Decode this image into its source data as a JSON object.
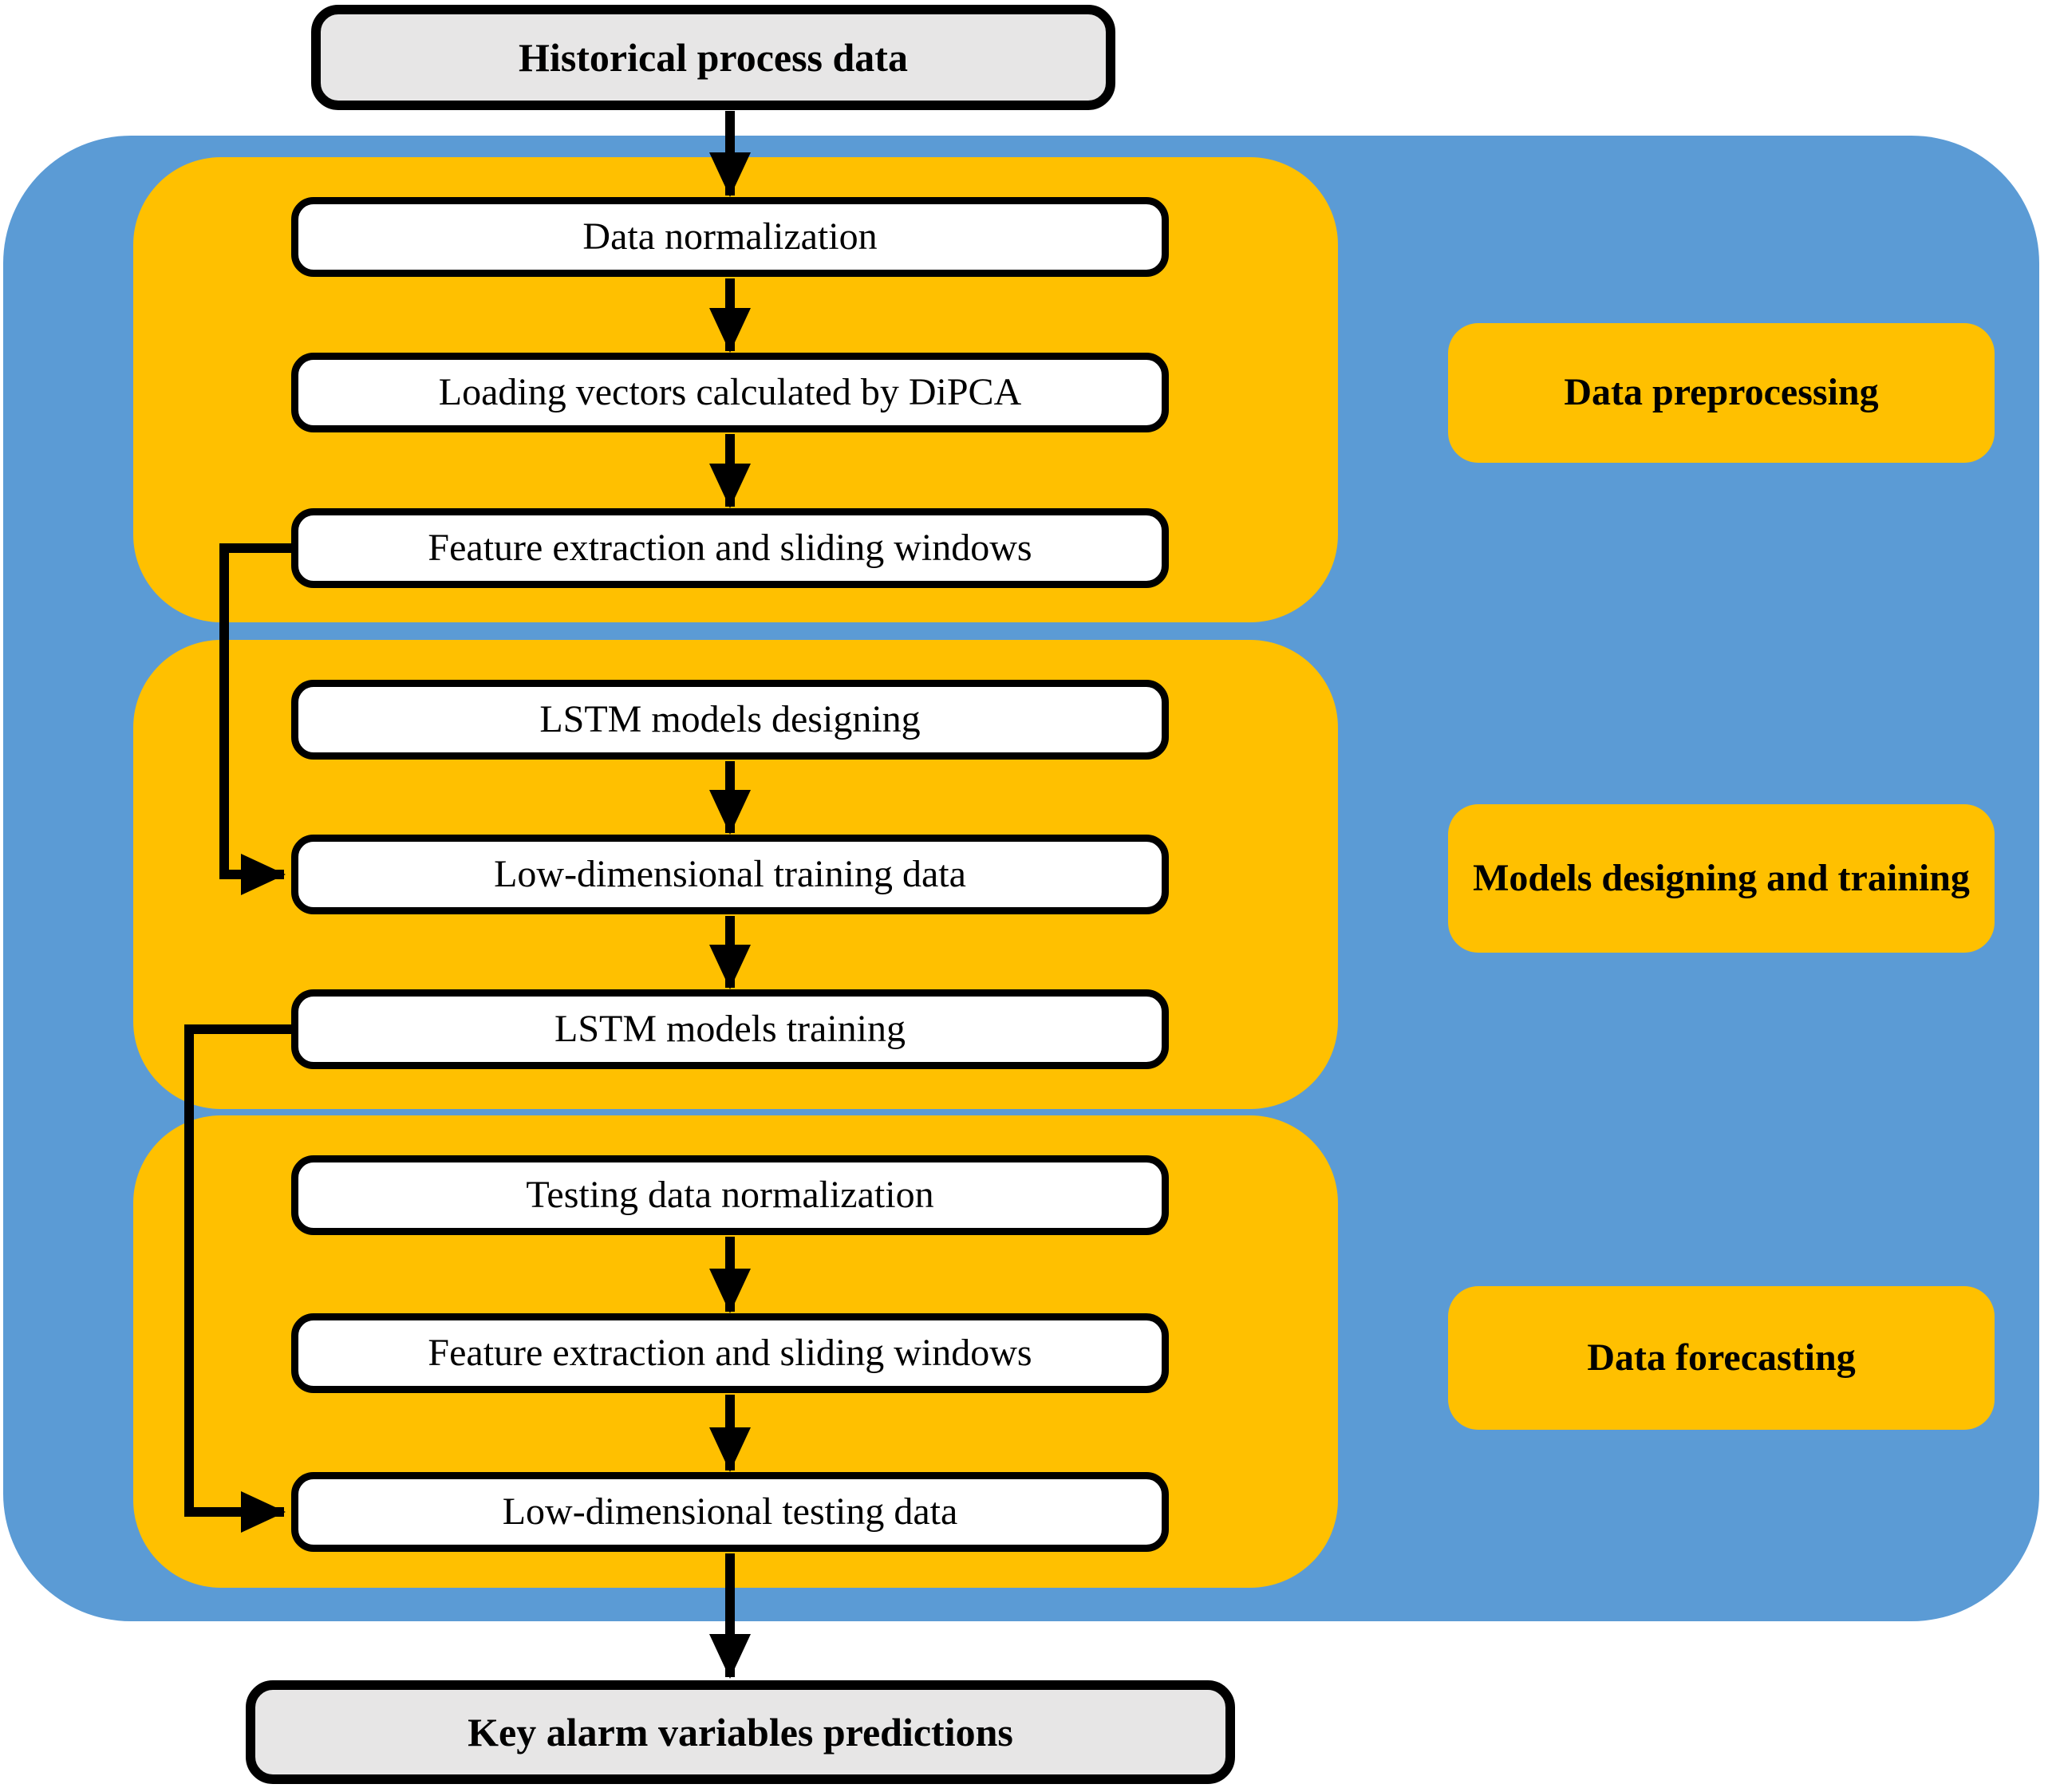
{
  "diagram": {
    "start": {
      "label": "Historical process data"
    },
    "end": {
      "label": "Key alarm variables predictions"
    },
    "sections": [
      {
        "label": "Data preprocessing",
        "steps": [
          "Data normalization",
          "Loading vectors calculated by DiPCA",
          "Feature extraction and sliding windows"
        ]
      },
      {
        "label": "Models designing and training",
        "steps": [
          "LSTM models designing",
          "Low-dimensional training data",
          "LSTM models training"
        ]
      },
      {
        "label": "Data forecasting",
        "steps": [
          "Testing data normalization",
          "Feature extraction and sliding windows",
          "Low-dimensional testing data"
        ]
      }
    ],
    "colors": {
      "container_blue": "#5B9BD5",
      "panel_orange": "#FFC000",
      "terminal_grey": "#E7E6E6",
      "step_white": "#FFFFFF",
      "line_black": "#000000"
    }
  }
}
